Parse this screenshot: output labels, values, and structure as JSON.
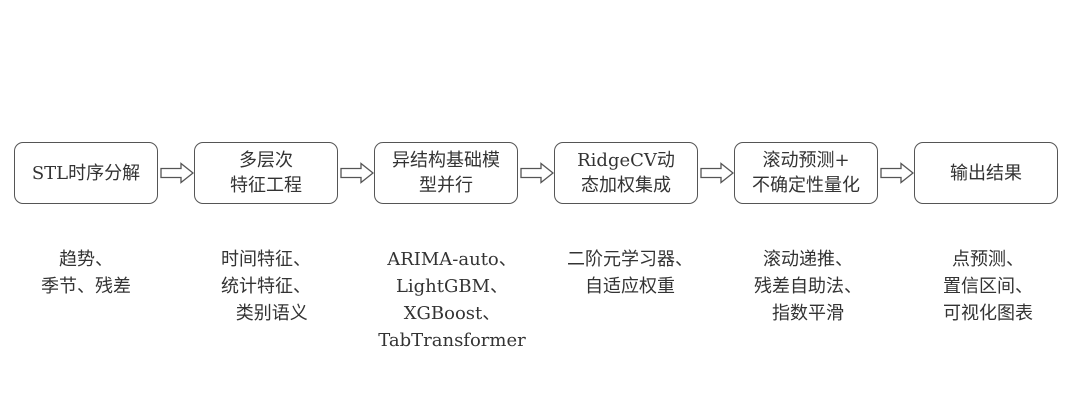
{
  "colors": {
    "stroke": "#555555",
    "text": "#333333",
    "background": "#ffffff"
  },
  "steps": [
    {
      "box": [
        "STL时序分解"
      ],
      "notes": [
        "趋势、",
        "季节、残差"
      ]
    },
    {
      "box": [
        "多层次",
        "特征工程"
      ],
      "notes": [
        "时间特征、",
        "统计特征、",
        "  类别语义"
      ]
    },
    {
      "box": [
        "异结构基础模",
        "型并行"
      ],
      "notes": [
        "ARIMA-auto、",
        "LightGBM、",
        "XGBoost、",
        "TabTransformer"
      ]
    },
    {
      "box": [
        "RidgeCV动",
        "态加权集成"
      ],
      "notes": [
        "二阶元学习器、",
        "自适应权重"
      ]
    },
    {
      "box": [
        "滚动预测+",
        "不确定性量化"
      ],
      "notes": [
        "滚动递推、",
        "残差自助法、",
        "指数平滑"
      ]
    },
    {
      "box": [
        "输出结果"
      ],
      "notes": [
        "点预测、",
        "置信区间、",
        "可视化图表"
      ]
    }
  ]
}
